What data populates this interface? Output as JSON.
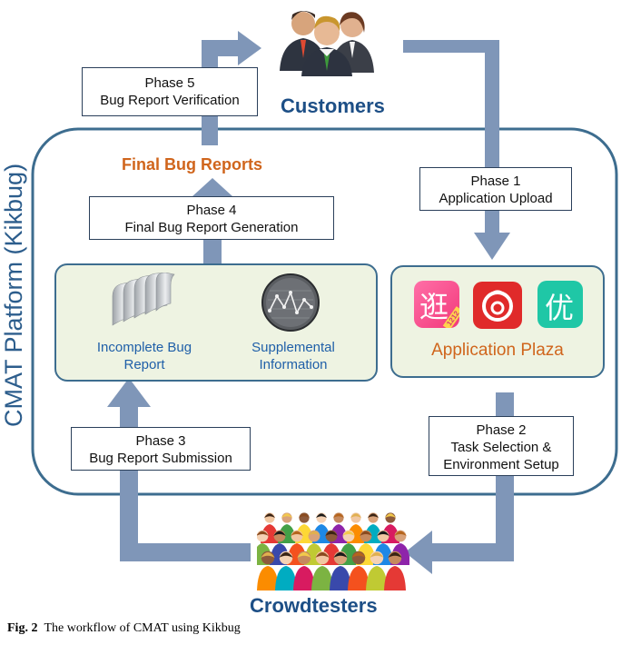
{
  "diagram": {
    "actors": {
      "customers": "Customers",
      "crowdtesters": "Crowdtesters"
    },
    "platform_label": "CMAT Platform (Kikbug)",
    "final_reports_label": "Final Bug Reports",
    "phases": [
      {
        "title": "Phase 1",
        "subtitle": "Application Upload"
      },
      {
        "title": "Phase 2",
        "subtitle_line1": "Task Selection &",
        "subtitle_line2": "Environment Setup"
      },
      {
        "title": "Phase 3",
        "subtitle": "Bug Report Submission"
      },
      {
        "title": "Phase 4",
        "subtitle": "Final Bug Report Generation"
      },
      {
        "title": "Phase 5",
        "subtitle": "Bug Report Verification"
      }
    ],
    "left_panel": {
      "incomplete_line1": "Incomplete Bug",
      "incomplete_line2": "Report",
      "supplemental_line1": "Supplemental",
      "supplemental_line2": "Information"
    },
    "right_panel": {
      "label": "Application Plaza",
      "app_icon_1_text": "逛",
      "app_icon_1_badge": "1212",
      "app_icon_3_text": "优"
    },
    "colors": {
      "arrow": "#7f96b8",
      "frame": "#3d6d8f",
      "accent_blue": "#1d4f86",
      "accent_orange": "#d0651c",
      "panel_fill": "#eef3e2"
    }
  },
  "caption": {
    "fig_label": "Fig. 2",
    "text": "The workflow of CMAT using Kikbug"
  }
}
